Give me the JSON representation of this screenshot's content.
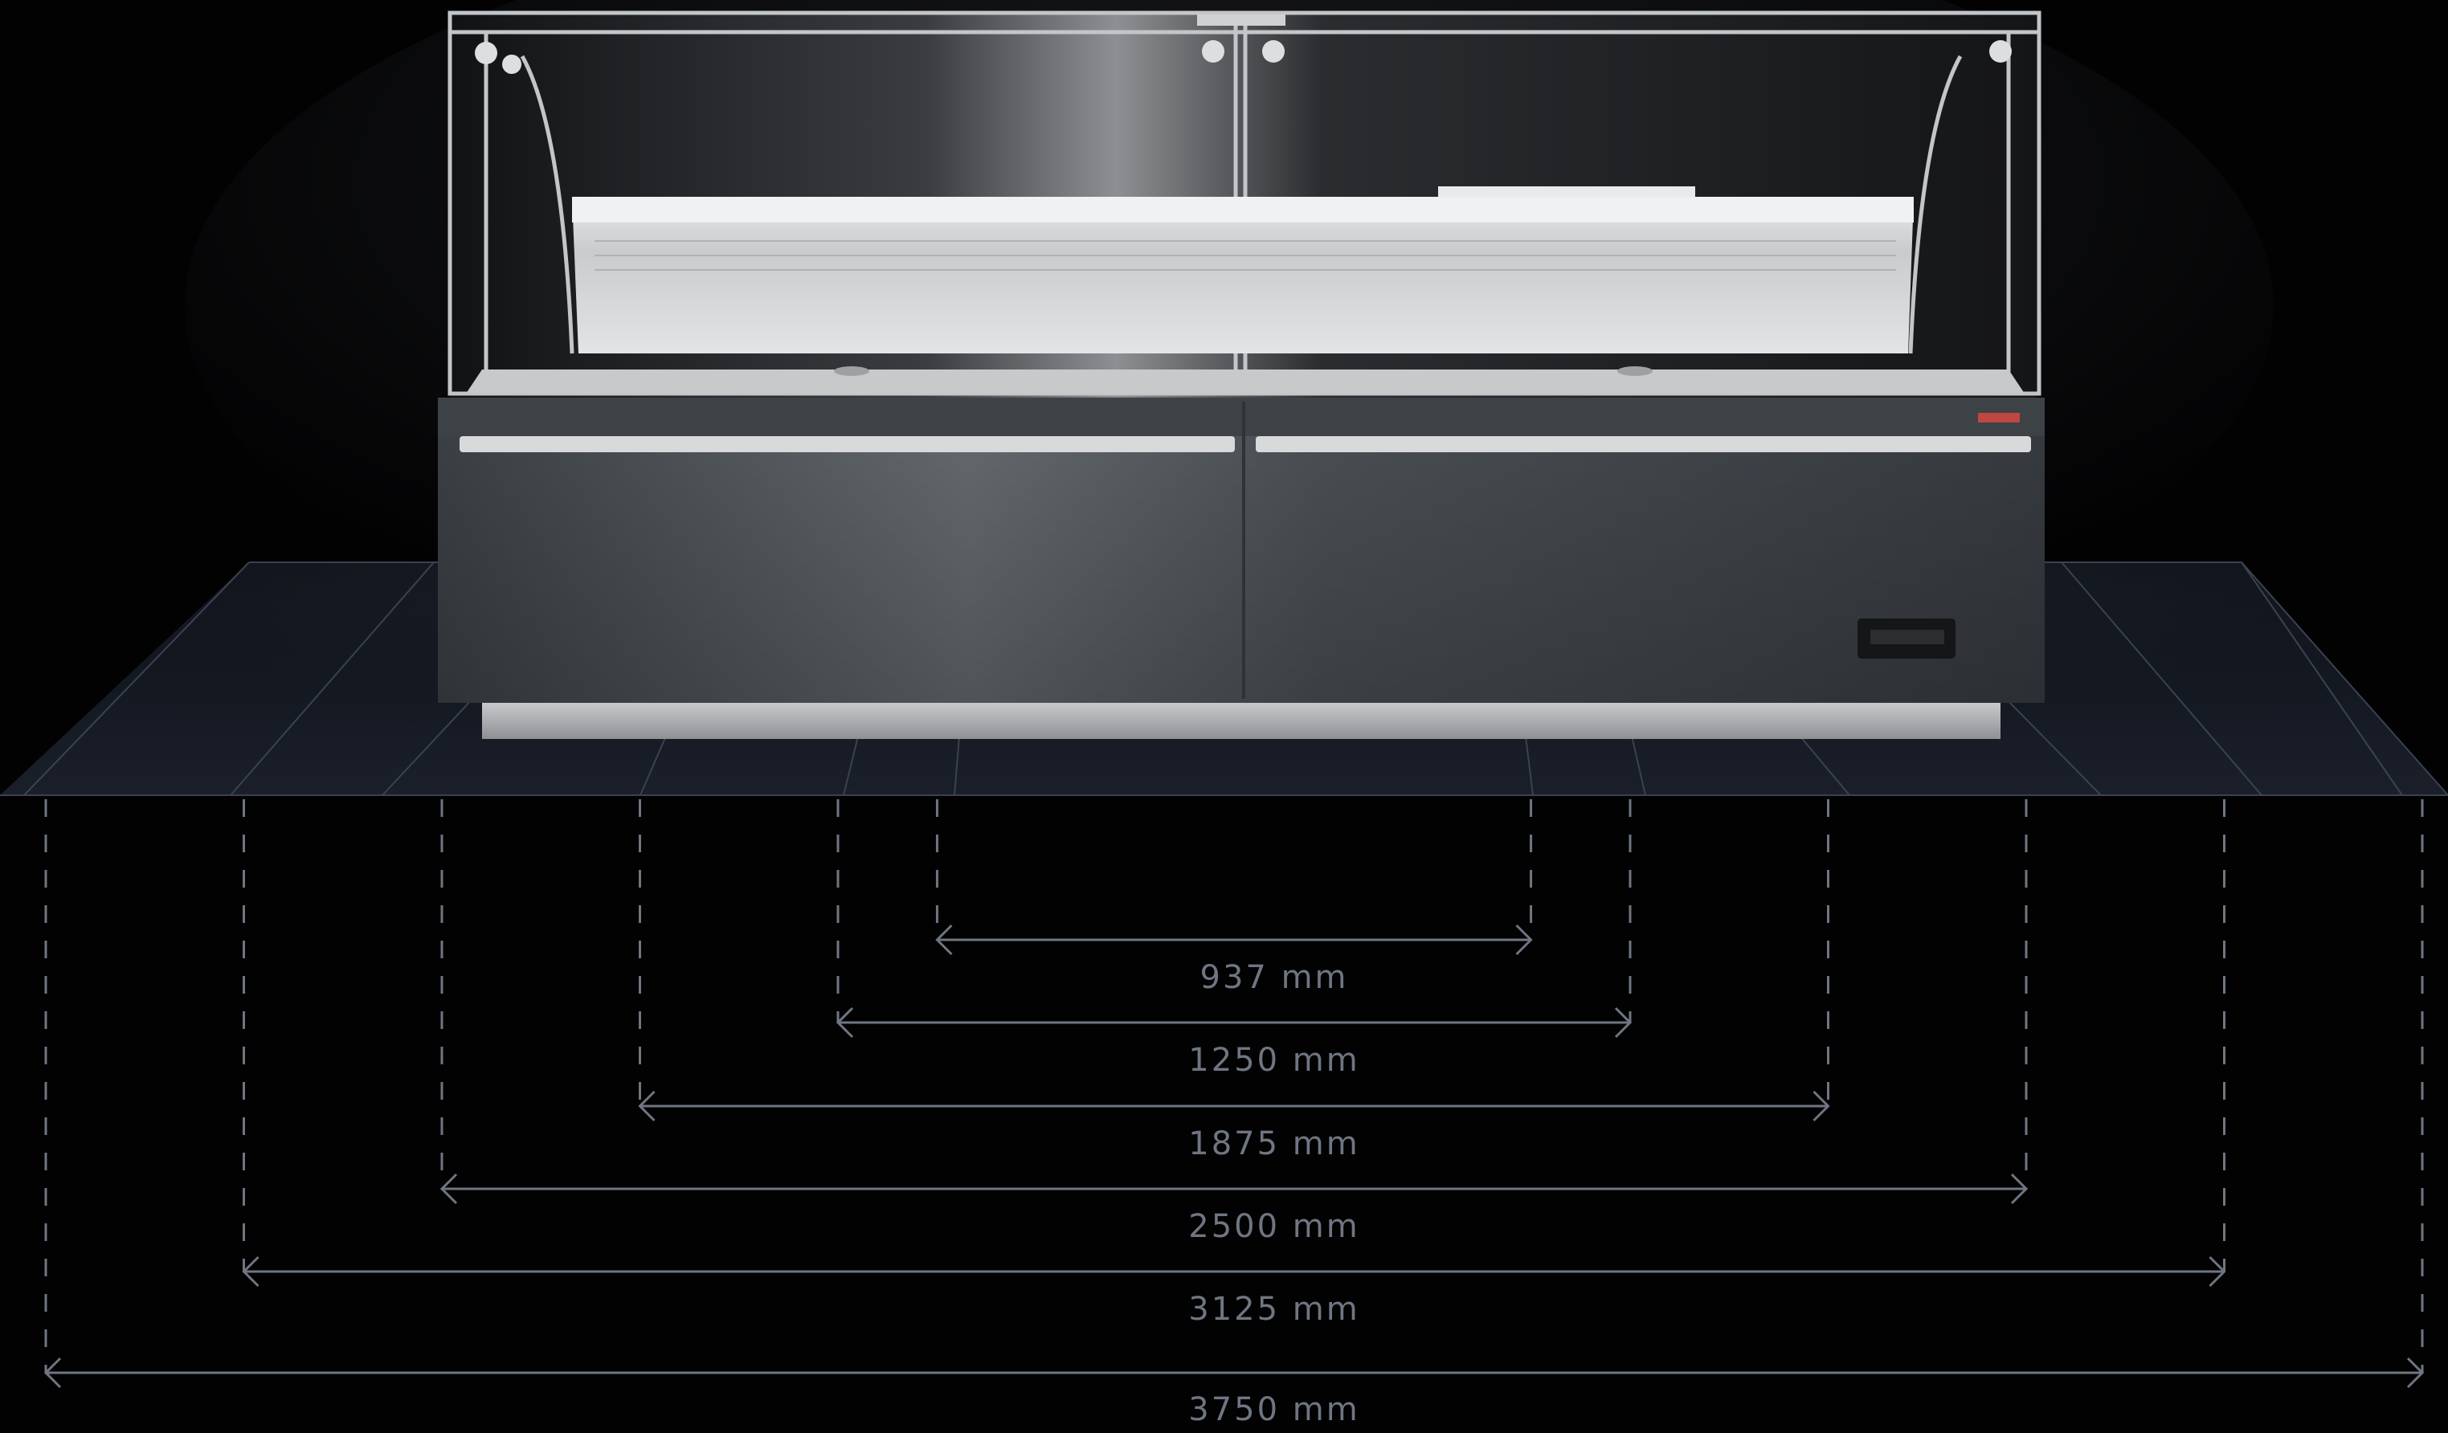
{
  "diagram": {
    "subject": "refrigerated-display-counter",
    "width_options": [
      {
        "label": "937 mm",
        "value_mm": 937
      },
      {
        "label": "1250 mm",
        "value_mm": 1250
      },
      {
        "label": "1875 mm",
        "value_mm": 1875
      },
      {
        "label": "2500 mm",
        "value_mm": 2500
      },
      {
        "label": "3125 mm",
        "value_mm": 3125
      },
      {
        "label": "3750 mm",
        "value_mm": 3750
      }
    ],
    "colors": {
      "background": "#020203",
      "dimension_line": "#6f7682",
      "floor_grid": "#3a4252",
      "cabinet_body": "#4a5056",
      "label_text": "#6f7682"
    }
  }
}
